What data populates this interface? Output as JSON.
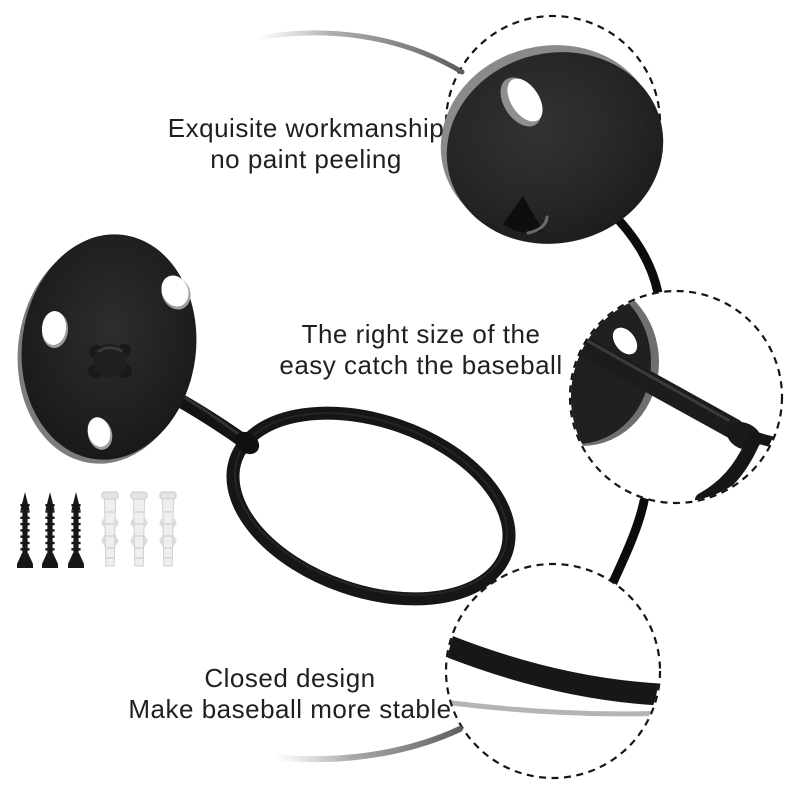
{
  "annotations": {
    "workmanship": {
      "line1": "Exquisite workmanship",
      "line2": "no paint peeling"
    },
    "right_size": {
      "line1": "The right size of the",
      "line2": "easy catch the baseball"
    },
    "closed_design": {
      "line1": "Closed design",
      "line2": "Make baseball more stable"
    }
  },
  "hardware": {
    "screw_count": 3,
    "anchor_count": 3
  },
  "graphics": {
    "zoom_circles": [
      "plate-detail",
      "joint-detail",
      "ring-detail"
    ],
    "product_parts": [
      "wall-plate",
      "mounting-stem",
      "holder-ring",
      "screws",
      "wall-anchors"
    ]
  },
  "colors": {
    "background": "#ffffff",
    "text": "#1f1f1f",
    "metal_black": "#1a1a1a",
    "dashed_outline": "#151515",
    "leader_gray": "#6f6f6f",
    "anchor_white": "#ececec"
  }
}
